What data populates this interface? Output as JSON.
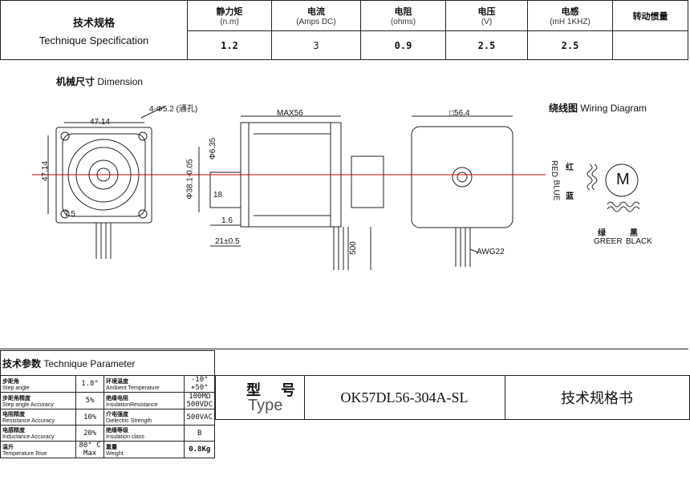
{
  "spec": {
    "title_zh": "技术规格",
    "title_en": "Technique Specification",
    "columns": [
      {
        "zh": "静力矩",
        "unit": "(n.m)",
        "value": "1.2"
      },
      {
        "zh": "电流",
        "unit": "(Amps DC)",
        "value": "3"
      },
      {
        "zh": "电阻",
        "unit": "(ohms)",
        "value": "0.9"
      },
      {
        "zh": "电压",
        "unit": "(V)",
        "value": "2.5"
      },
      {
        "zh": "电感",
        "unit": "(mH    1KHZ)",
        "value": "2.5"
      },
      {
        "zh": "转动惯量",
        "unit": "",
        "value": ""
      }
    ]
  },
  "dimension": {
    "label_zh": "机械尺寸",
    "label_en": "Dimension",
    "front": {
      "width": "47.14",
      "height": "47.14",
      "hole": "4-Φ5.2 (通孔)",
      "offset": "7.5"
    },
    "side": {
      "max_len": "MAX56",
      "shaft_dia": "Φ38.1-0.05",
      "shaft_small": "Φ6.35",
      "shaft_len": "18",
      "flange": "1.6",
      "total": "21±0.5",
      "lead": "500"
    },
    "back": {
      "size": "□56.4",
      "wire": "AWG22"
    }
  },
  "wiring": {
    "label_zh": "绕线图",
    "label_en": "Wiring Diagram",
    "left_top": "RED",
    "left_top_zh": "红",
    "left_bottom": "BLUE",
    "left_bottom_zh": "蓝",
    "bottom_left_zh": "绿",
    "bottom_right_zh": "黑",
    "bottom_left": "GREER",
    "bottom_right": "BLACK",
    "motor_symbol": "M"
  },
  "params": {
    "title_zh": "技术参数",
    "title_en": "Technique Parameter",
    "rows": [
      {
        "l_zh": "步距角",
        "l_en": "Step angle",
        "l_val": "1.8°",
        "r_zh": "环境温度",
        "r_en": "Ambient Temperature",
        "r_val": "-10°\n+50°"
      },
      {
        "l_zh": "步距角精度",
        "l_en": "Step angle    Accuracy",
        "l_val": "5%",
        "r_zh": "绝缘电阻",
        "r_en": "InsulationResistance",
        "r_val": "100MΩ\n500VDC"
      },
      {
        "l_zh": "电阻精度",
        "l_en": "Resistance    Accuracy",
        "l_val": "10%",
        "r_zh": "介电强度",
        "r_en": "Dielectric Strength",
        "r_val": "500VAC"
      },
      {
        "l_zh": "电感精度",
        "l_en": "Inductance    Accuracy",
        "l_val": "20%",
        "r_zh": "绝缘等级",
        "r_en": "Insulation class",
        "r_val": "B"
      },
      {
        "l_zh": "温升",
        "l_en": "Temperature Rise",
        "l_val": "80° C\nMax",
        "r_zh": "重量",
        "r_en": "Weight",
        "r_val": "0.8Kg"
      }
    ]
  },
  "type": {
    "label_zh": "型    号",
    "label_en": "Type",
    "model": "OK57DL56-304A-SL",
    "doc_zh": "技术规格书"
  }
}
